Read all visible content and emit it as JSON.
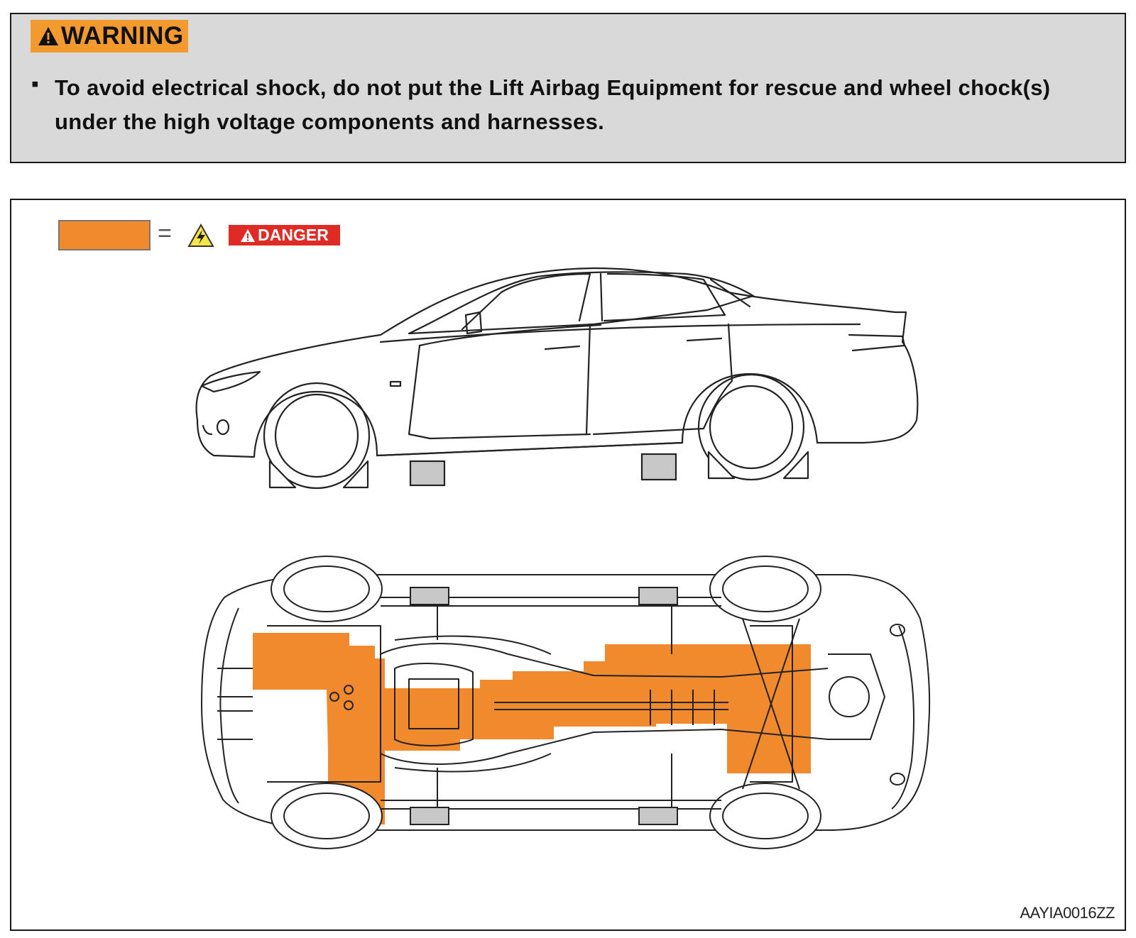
{
  "warning": {
    "label": "WARNING",
    "bullet": "▪",
    "text": "To avoid electrical shock, do not put the Lift Airbag Equipment for rescue and wheel chock(s) under the high voltage components and harnesses."
  },
  "legend": {
    "equals": "=",
    "danger_label": "DANGER",
    "swatch_color": "#f08a2c",
    "icon": "high-voltage-warning-icon"
  },
  "colors": {
    "hv_area": "#f08a2c",
    "lift_point": "#c8c8c8",
    "warning_bg": "#d9d9d9",
    "warning_label_bg": "#f39a2f",
    "danger_bg": "#e02a25"
  },
  "figure_code": "AAYIA0016ZZ"
}
